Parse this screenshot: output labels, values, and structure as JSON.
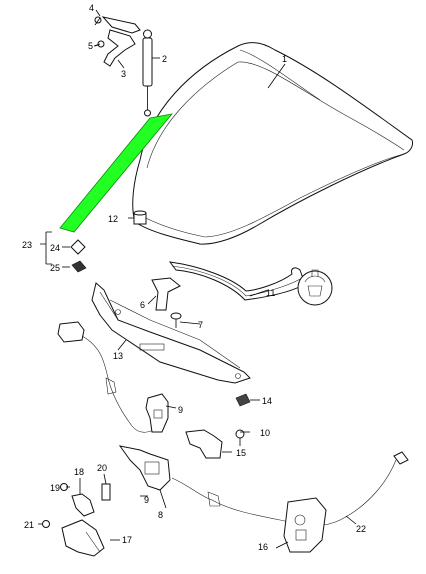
{
  "highlight_color": "#22ff22",
  "labels": {
    "l1": "1",
    "l2": "2",
    "l3": "3",
    "l4": "4",
    "l5": "5",
    "l6": "6",
    "l7": "7",
    "l8": "8",
    "l9a": "9",
    "l9b": "9",
    "l10": "10",
    "l11": "11",
    "l12": "12",
    "l13": "13",
    "l14": "14",
    "l15": "15",
    "l16": "16",
    "l17": "17",
    "l18": "18",
    "l19": "19",
    "l20": "20",
    "l21": "21",
    "l22": "22",
    "l23": "23",
    "l24": "24",
    "l25": "25"
  }
}
